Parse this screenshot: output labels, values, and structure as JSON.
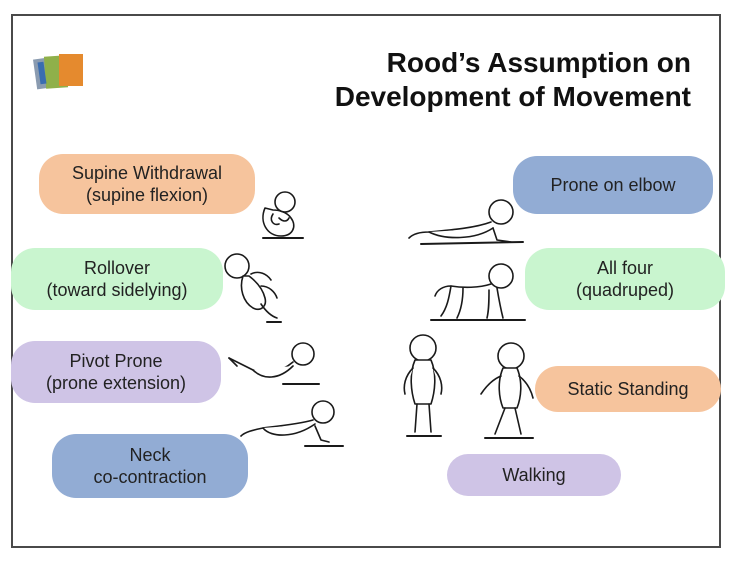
{
  "title": {
    "line1": "Rood’s Assumption on",
    "line2": "Development of Movement"
  },
  "colors": {
    "orange": "#f6c49d",
    "green": "#c9f5cf",
    "purple": "#cfc4e6",
    "blue": "#92acd4"
  },
  "stages": {
    "supine_withdrawal": {
      "line1": "Supine Withdrawal",
      "line2": "(supine flexion)"
    },
    "rollover": {
      "line1": "Rollover",
      "line2": "(toward sidelying)"
    },
    "pivot_prone": {
      "line1": "Pivot Prone",
      "line2": "(prone extension)"
    },
    "neck_cocontraction": {
      "line1": "Neck",
      "line2": "co-contraction"
    },
    "prone_on_elbow": {
      "line1": "Prone on elbow"
    },
    "all_four": {
      "line1": "All four",
      "line2": "(quadruped)"
    },
    "static_standing": {
      "line1": "Static Standing"
    },
    "walking": {
      "line1": "Walking"
    }
  }
}
